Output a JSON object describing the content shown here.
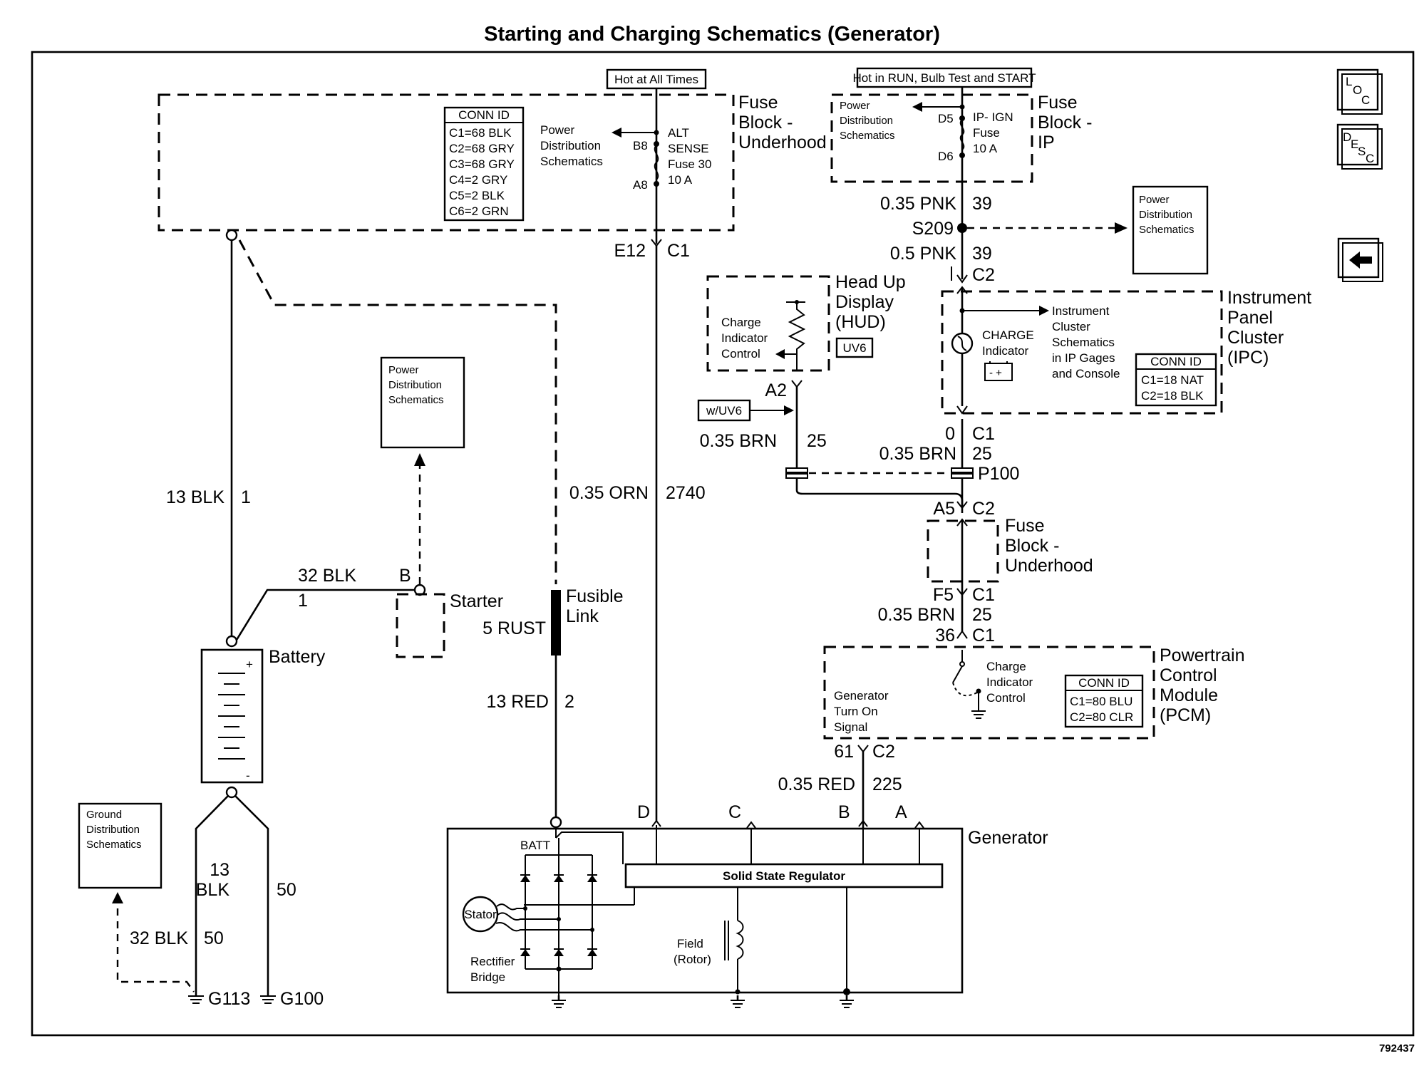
{
  "title": "Starting and Charging Schematics (Generator)",
  "figure_id": "792437",
  "side_icons": [
    "loc-icon",
    "desc-icon",
    "back-arrow-icon"
  ],
  "labels": {
    "hot_at_all_times": "Hot at All Times",
    "hot_in_run": "Hot in RUN, Bulb Test and START",
    "fuse_block_underhood": [
      "Fuse",
      "Block -",
      "Underhood"
    ],
    "fuse_block_ip": [
      "Fuse",
      "Block -",
      "IP"
    ],
    "power_dist": [
      "Power",
      "Distribution",
      "Schematics"
    ],
    "conn_id": "CONN ID",
    "underhood_conns": [
      "C1=68 BLK",
      "C2=68 GRY",
      "C3=68 GRY",
      "C4=2 GRY",
      "C5=2 BLK",
      "C6=2 GRN"
    ],
    "alt_sense_fuse": [
      "ALT",
      "SENSE",
      "Fuse 30",
      "10 A"
    ],
    "b8": "B8",
    "a8": "A8",
    "ip_ign_fuse": [
      "IP- IGN",
      "Fuse",
      "10 A"
    ],
    "d5": "D5",
    "d6": "D6",
    "wire_pnk_035": "0.35 PNK",
    "wire_pnk_05": "0.5 PNK",
    "ckt_39": "39",
    "s209": "S209",
    "e12": "E12",
    "c1": "C1",
    "c2": "C2",
    "hud_title": [
      "Head Up",
      "Display",
      "(HUD)"
    ],
    "charge_indicator_control": [
      "Charge",
      "Indicator",
      "Control"
    ],
    "uv6": "UV6",
    "w_uv6": "w/UV6",
    "a2": "A2",
    "a5": "A5",
    "f5": "F5",
    "pin_0": "0",
    "pin_36": "36",
    "pin_61": "61",
    "wire_brn": "0.35 BRN",
    "ckt_25": "25",
    "p100": "P100",
    "ipc_title": [
      "Instrument",
      "Panel",
      "Cluster",
      "(IPC)"
    ],
    "charge_indicator": [
      "CHARGE",
      "Indicator"
    ],
    "ipc_link": [
      "Instrument",
      "Cluster",
      "Schematics",
      "in IP Gages",
      "and Console"
    ],
    "ipc_conns": [
      "C1=18 NAT",
      "C2=18 BLK"
    ],
    "pcm_title": [
      "Powertrain",
      "Control",
      "Module",
      "(PCM)"
    ],
    "pcm_conns": [
      "C1=80 BLU",
      "C2=80 CLR"
    ],
    "gen_turn_on": [
      "Generator",
      "Turn On",
      "Signal"
    ],
    "wire_red": "0.35 RED",
    "ckt_225": "225",
    "wire_orn": "0.35 ORN",
    "ckt_2740": "2740",
    "fusible_link": [
      "Fusible",
      "Link"
    ],
    "wire_rust": "5 RUST",
    "wire_13red": "13 RED",
    "ckt_2": "2",
    "wire_13blk": "13 BLK",
    "ckt_1": "1",
    "wire_13blk_split": [
      "13",
      "BLK"
    ],
    "ckt_50": "50",
    "wire_32blk": "32 BLK",
    "pin_b": "B",
    "pin_1": "1",
    "starter": "Starter",
    "battery": "Battery",
    "ground_dist": [
      "Ground",
      "Distribution",
      "Schematics"
    ],
    "g113": "G113",
    "g100": "G100",
    "generator": "Generator",
    "gen_terminals": [
      "D",
      "C",
      "B",
      "A"
    ],
    "batt": "BATT",
    "regulator": "Solid State Regulator",
    "stator": "Stator",
    "rectifier": [
      "Rectifier",
      "Bridge"
    ],
    "field": [
      "Field",
      "(Rotor)"
    ]
  }
}
